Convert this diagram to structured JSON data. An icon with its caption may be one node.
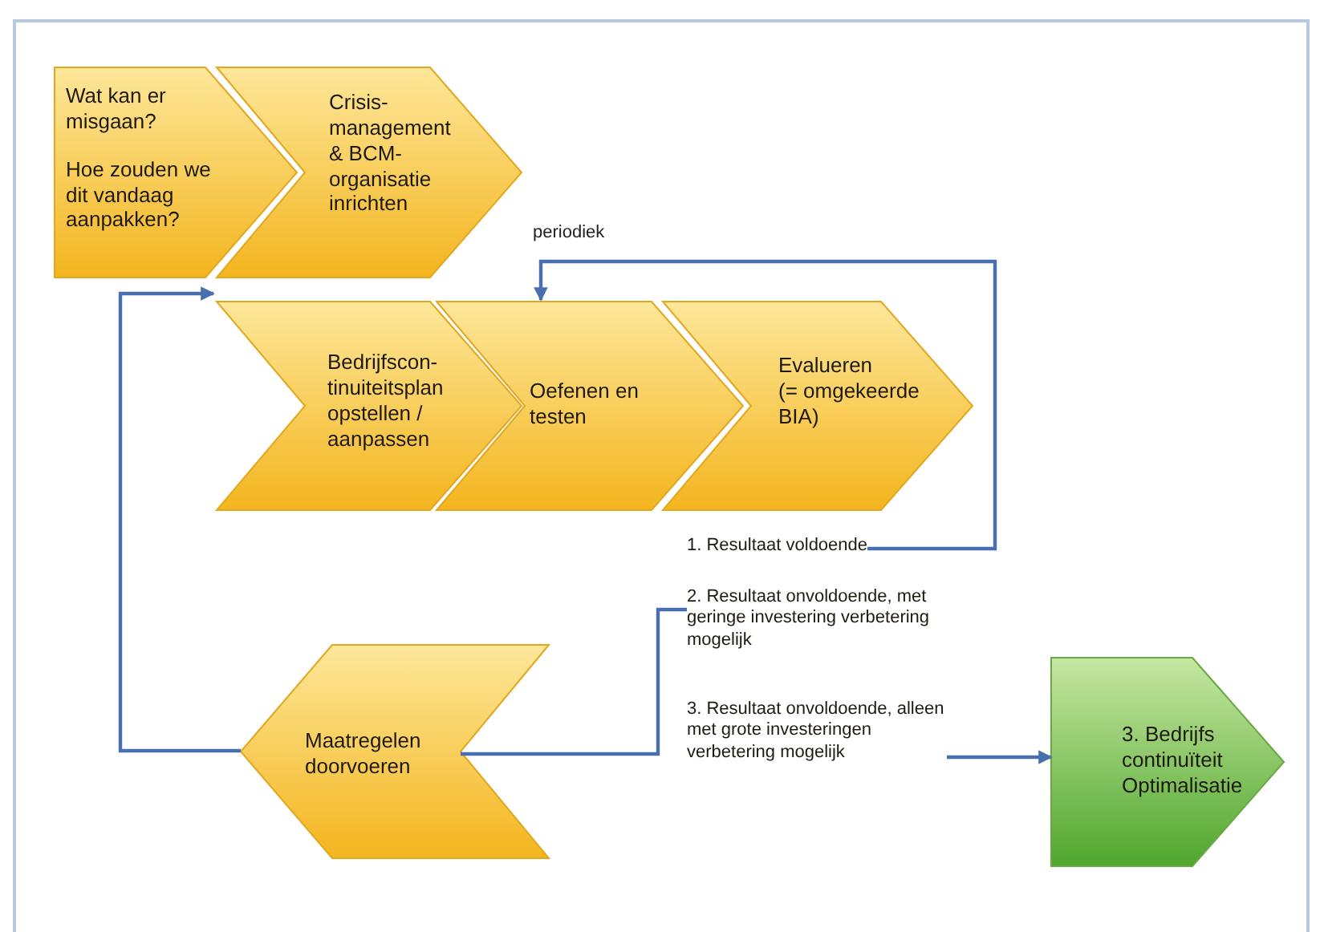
{
  "diagram": {
    "nodes": [
      {
        "text": [
          "Wat kan er misgaan?",
          "Hoe zouden we dit vandaag aanpakken?"
        ]
      },
      {
        "text": [
          "Crisis- management & BCM- organisatie inrichten"
        ]
      },
      {
        "text": [
          "Bedrijfscon- tinuiteitsplan opstellen / aanpassen"
        ]
      },
      {
        "text": [
          "Oefenen en testen"
        ]
      },
      {
        "text": [
          "Evalueren",
          "(= omgekeerde BIA)"
        ]
      },
      {
        "text": [
          "1. Resultaat voldoende"
        ]
      },
      {
        "text": [
          "2. Resultaat onvoldoende, met geringe investering verbetering mogelijk"
        ]
      },
      {
        "text": [
          "3. Resultaat onvoldoende, alleen met grote investeringen verbetering mogelijk"
        ]
      },
      {
        "text": [
          "Maatregelen doorvoeren"
        ]
      },
      {
        "text": [
          "3. Bedrijfs continuïteit Optimalisatie"
        ]
      }
    ],
    "edges": [
      {
        "from": 5,
        "to": 3,
        "arrow": "to",
        "label": "periodiek"
      },
      {
        "from": 6,
        "to": 8,
        "arrow": "none"
      },
      {
        "from": 8,
        "to": 2,
        "arrow": "to"
      },
      {
        "from": 7,
        "to": 9,
        "arrow": "to"
      }
    ]
  }
}
